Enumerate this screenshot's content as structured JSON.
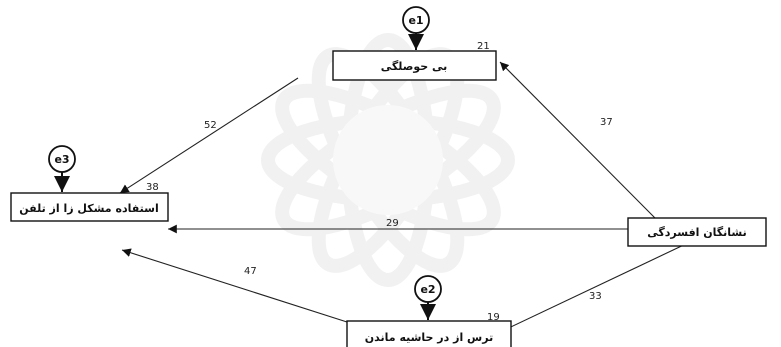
{
  "nodes": {
    "bi_hoseleghi": "بی حوصلگی",
    "problematic_phone_use": "استفاده مشکل زا از تلفن",
    "fear_of_missing_out": "ترس از در حاشیه ماندن",
    "depression_symptoms": "نشانگان افسردگی"
  },
  "errors": {
    "e1": "e1",
    "e2": "e2",
    "e3": "e3"
  },
  "variance": {
    "bi_hoseleghi": "21",
    "problematic_phone_use": "38",
    "fear_of_missing_out": "19"
  },
  "paths": {
    "boredom_to_use": "52",
    "depression_to_boredom": "37",
    "depression_to_use": "29",
    "fear_to_use": "47",
    "depression_to_fear": "33"
  },
  "colors": {
    "line": "#222222",
    "watermark": "#e6e6e6"
  }
}
